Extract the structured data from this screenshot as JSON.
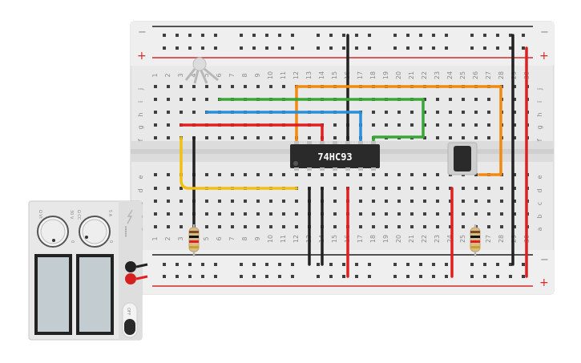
{
  "breadboard": {
    "rail_minus_symbol": "−",
    "rail_plus_symbol": "+",
    "row_letters_top": [
      "f",
      "g",
      "h",
      "i",
      "j"
    ],
    "row_letters_bottom": [
      "a",
      "b",
      "c",
      "d",
      "e"
    ],
    "columns": 30
  },
  "chip": {
    "label": "74HC93"
  },
  "power_supply": {
    "knob_left_label": "Ω Vt",
    "knob_left_max": "30 V",
    "knob_left_min": "0",
    "knob_right_label": "Ω CC",
    "knob_right_max": "5 A",
    "knob_right_min": "0",
    "switch_label": "OFF"
  },
  "colors": {
    "board": "#e9e9e9",
    "board_center": "#d8d8d8",
    "hole": "#3f3f3f",
    "rail_red": "#d22a2a",
    "rail_black": "#1f1f1f",
    "wire_red": "#e02020",
    "wire_black": "#222222",
    "wire_green": "#3aa637",
    "wire_blue": "#2a8fd8",
    "wire_orange": "#f08a10",
    "wire_yellow": "#f2c010",
    "chip": "#2a2a2a"
  },
  "icons": [
    "led-icon",
    "resistor-icon",
    "push-button-icon",
    "lightning-icon"
  ]
}
